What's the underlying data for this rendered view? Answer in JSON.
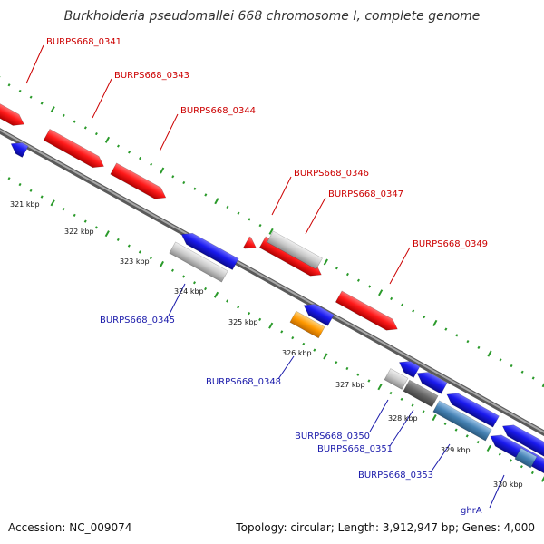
{
  "title": "Burkholderia pseudomallei 668 chromosome I, complete genome",
  "accession": "Accession: NC_009074",
  "summary": "Topology: circular; Length: 3,912,947 bp; Genes: 4,000",
  "colors": {
    "forward_label": "#cc0000",
    "reverse_label": "#1a1aaa",
    "red_gene": "#ff1a1a",
    "blue_gene": "#1a1aee",
    "grey_gene": "#c8c8c8",
    "dark_gene": "#666666",
    "steel_gene": "#4682b4",
    "orange_gene": "#ff9900",
    "backbone": "#888888",
    "ticks": "#2a9a2a"
  },
  "ticks": [
    "321 kbp",
    "322 kbp",
    "323 kbp",
    "324 kbp",
    "325 kbp",
    "326 kbp",
    "327 kbp",
    "328 kbp",
    "329 kbp",
    "330 kbp"
  ],
  "forward_labels": [
    "BURPS668_0341",
    "BURPS668_0343",
    "BURPS668_0344",
    "BURPS668_0346",
    "BURPS668_0347",
    "BURPS668_0349"
  ],
  "reverse_labels": [
    "BURPS668_0345",
    "BURPS668_0348",
    "BURPS668_0350",
    "BURPS668_0351",
    "BURPS668_0353",
    "ghrA"
  ]
}
